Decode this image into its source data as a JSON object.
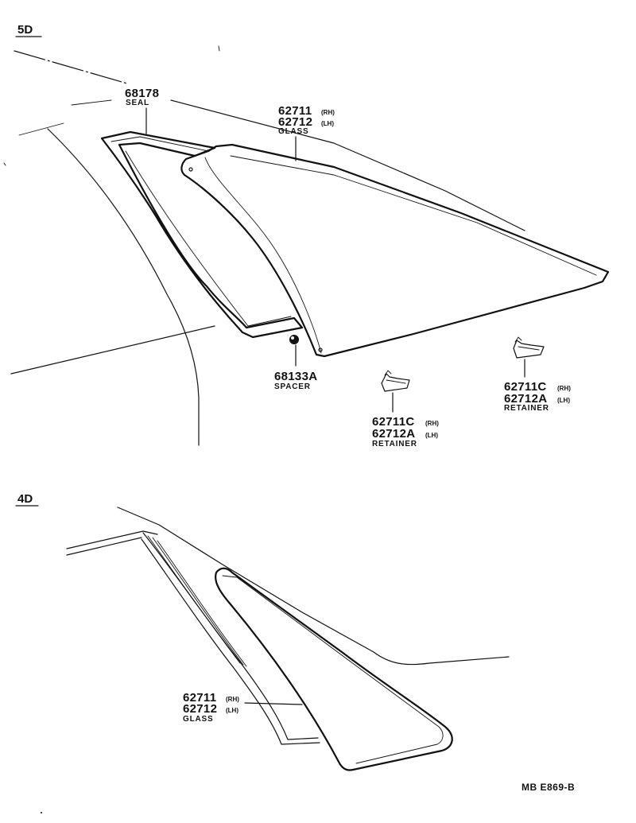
{
  "sections": {
    "top": {
      "label": "5D"
    },
    "bottom": {
      "label": "4D"
    }
  },
  "callouts": {
    "seal": {
      "num1": "68178",
      "name": "SEAL"
    },
    "glass5d": {
      "num1": "62711",
      "sub1": "(RH)",
      "num2": "62712",
      "sub2": "(LH)",
      "name": "GLASS"
    },
    "spacer": {
      "num1": "68133A",
      "name": "SPACER"
    },
    "retainer_a": {
      "num1": "62711C",
      "sub1": "(RH)",
      "num2": "62712A",
      "sub2": "(LH)",
      "name": "RETAINER"
    },
    "retainer_b": {
      "num1": "62711C",
      "sub1": "(RH)",
      "num2": "62712A",
      "sub2": "(LH)",
      "name": "RETAINER"
    },
    "glass4d": {
      "num1": "62711",
      "sub1": "(RH)",
      "num2": "62712",
      "sub2": "(LH)",
      "name": "GLASS"
    }
  },
  "footer": {
    "code": "MB E869-B"
  }
}
